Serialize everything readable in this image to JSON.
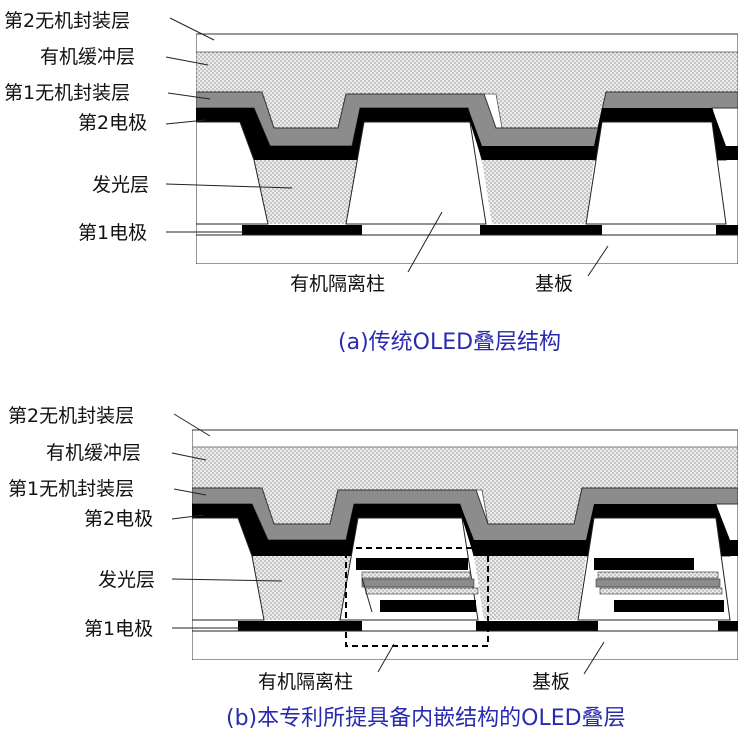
{
  "diagram_a": {
    "labels": {
      "inorganic_encap_2": "第2无机封装层",
      "organic_buffer": "有机缓冲层",
      "inorganic_encap_1": "第1无机封装层",
      "electrode_2": "第2电极",
      "emitting_layer": "发光层",
      "electrode_1": "第1电极",
      "organic_pillar": "有机隔离柱",
      "substrate": "基板"
    },
    "caption": "(a)传统OLED叠层结构"
  },
  "diagram_b": {
    "labels": {
      "inorganic_encap_2": "第2无机封装层",
      "organic_buffer": "有机缓冲层",
      "inorganic_encap_1": "第1无机封装层",
      "electrode_2": "第2电极",
      "emitting_layer": "发光层",
      "electrode_1": "第1电极",
      "organic_pillar": "有机隔离柱",
      "substrate": "基板"
    },
    "caption": "(b)本专利所提具备内嵌结构的OLED叠层"
  },
  "colors": {
    "caption": "#2a2ab0",
    "inorganic_layer": "#8c8c8c",
    "electrode": "#000000"
  }
}
